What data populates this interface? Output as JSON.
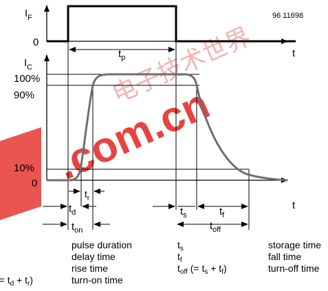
{
  "figure_id": "96 11698",
  "top_plot": {
    "axis_label": "I",
    "axis_label_sub": "F",
    "zero_label": "0",
    "time_label": "t",
    "pulse_label": "t",
    "pulse_label_sub": "p"
  },
  "main_plot": {
    "axis_label": "I",
    "axis_label_sub": "C",
    "level_100": "100%",
    "level_90": "90%",
    "level_10": "10%",
    "zero_label": "0",
    "time_label": "t",
    "markers": {
      "td": "t",
      "td_sub": "d",
      "tr": "t",
      "tr_sub": "r",
      "ton": "t",
      "ton_sub": "on",
      "ts": "t",
      "ts_sub": "s",
      "tf": "t",
      "tf_sub": "f",
      "toff": "t",
      "toff_sub": "off"
    }
  },
  "legend": {
    "col1": [
      "pulse duration",
      "delay time",
      "rise time",
      "turn-on time"
    ],
    "col1_partial_left": "(= t",
    "col1_partial_d": "d",
    "col1_partial_plus": " + t",
    "col1_partial_r": "r",
    "col1_partial_end": ")",
    "col2": {
      "ts": "t",
      "ts_sub": "s",
      "tf": "t",
      "tf_sub": "f",
      "toff": "t",
      "toff_sub": "off",
      "toff_eq_open": " (= t",
      "toff_eq_s": "s",
      "toff_eq_plus": " + t",
      "toff_eq_f": "f",
      "toff_eq_close": ")"
    },
    "col3": [
      "storage time",
      "fall time",
      "turn-off time"
    ]
  },
  "watermark": ".com.cn",
  "colors": {
    "curve": "#6e6e6e",
    "watermark": "#e8433f"
  }
}
